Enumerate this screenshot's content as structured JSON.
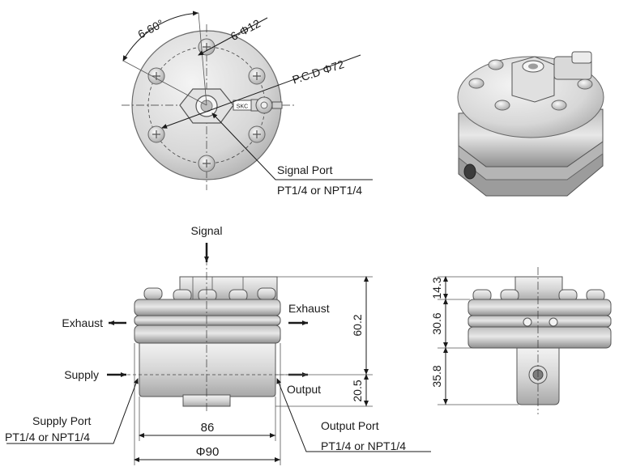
{
  "top_view": {
    "angle_label": "6-60°",
    "holes_label": "6-Φ12",
    "pcd_label": "P.C.D Φ72",
    "signal_port_title": "Signal Port",
    "signal_port_spec": "PT1/4 or NPT1/4",
    "nameplate_text": "SKC"
  },
  "front_view": {
    "signal_label": "Signal",
    "exhaust_left": "Exhaust",
    "exhaust_right": "Exhaust",
    "supply_label": "Supply",
    "output_label": "Output",
    "supply_port_title": "Supply Port",
    "supply_port_spec": "PT1/4 or NPT1/4",
    "output_port_title": "Output Port",
    "output_port_spec": "PT1/4 or NPT1/4",
    "dim_height_upper": "60.2",
    "dim_height_lower": "20.5",
    "dim_width_inner": "86",
    "dim_width_outer": "Φ90"
  },
  "side_view": {
    "dim_top": "14.3",
    "dim_middle": "30.6",
    "dim_bottom": "35.8"
  },
  "colors": {
    "metal_light": "#e6e6e6",
    "metal_mid": "#c9c9c9",
    "metal_dark": "#9a9a9a",
    "line": "#1a1a1a"
  }
}
